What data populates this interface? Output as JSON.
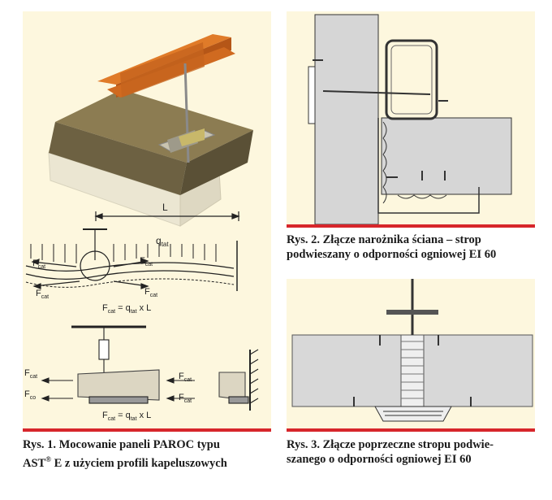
{
  "figure1": {
    "caption_line1": "Rys. 1. Mocowanie paneli PAROC typu",
    "caption_line2_prefix": "AST",
    "caption_line2_sup": "®",
    "caption_line2_rest": " E z użyciem profili kapeluszowych",
    "label_L": "L",
    "label_q": "q",
    "label_q_sub": "tat",
    "label_F": "F",
    "label_F_sub": "cat",
    "label_Fco_sub": "co",
    "formula_lhs_sub": "cat",
    "formula_mid": " = q",
    "formula_q_sub": "tat",
    "formula_rhs": " x L"
  },
  "figure2": {
    "caption_line1": "Rys. 2. Złącze narożnika ściana – strop",
    "caption_line2": "podwieszany o odporności ogniowej EI 60"
  },
  "figure3": {
    "caption_line1": "Rys. 3. Złącze poprzeczne stropu podwie-",
    "caption_line2": "szanego o odporności ogniowej EI 60"
  },
  "colors": {
    "panel_bg": "#fdf7de",
    "accent_red": "#d7262b",
    "steel_orange": "#c8661f",
    "insulation": "#f0ecd8",
    "facing_olive": "#6d6142"
  }
}
